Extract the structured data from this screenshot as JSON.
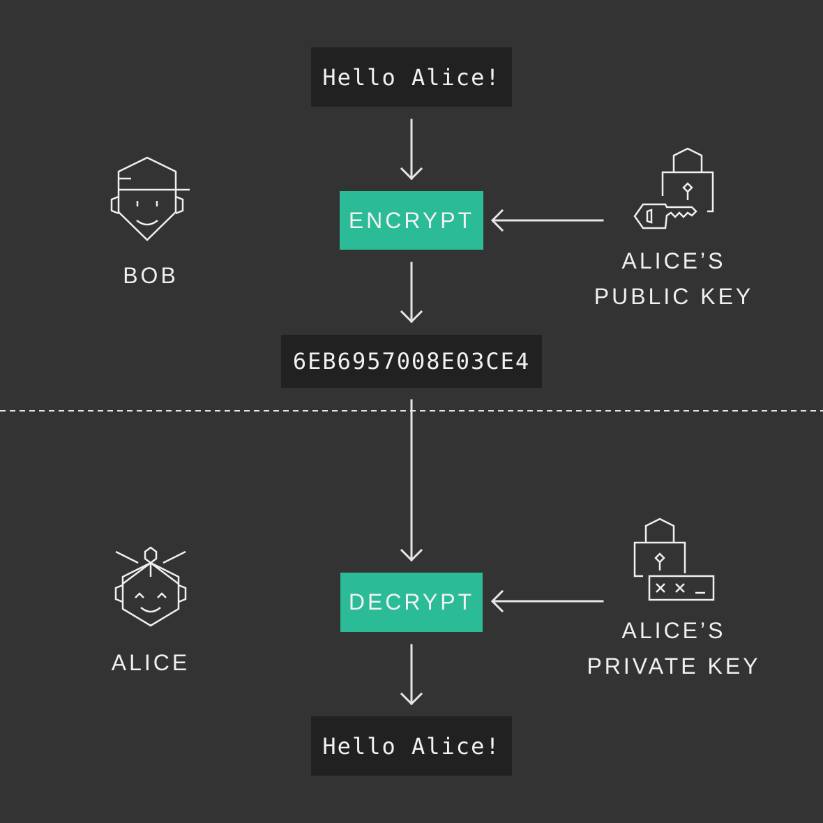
{
  "message_in": "Hello Alice!",
  "encrypt_label": "ENCRYPT",
  "ciphertext": "6EB6957008E03CE4",
  "decrypt_label": "DECRYPT",
  "message_out": "Hello Alice!",
  "bob": {
    "name": "BOB",
    "icon": "bob-face-icon"
  },
  "alice": {
    "name": "ALICE",
    "icon": "alice-face-icon"
  },
  "public_key": {
    "line1": "ALICE’S",
    "line2": "PUBLIC KEY",
    "icon": "padlock-key-icon"
  },
  "private_key": {
    "line1": "ALICE’S",
    "line2": "PRIVATE KEY",
    "icon": "padlock-password-icon"
  },
  "colors": {
    "background": "#333333",
    "box_dark": "#212121",
    "accent": "#2bbb96",
    "line": "#e6e6e6",
    "text": "#f2f2f2"
  }
}
